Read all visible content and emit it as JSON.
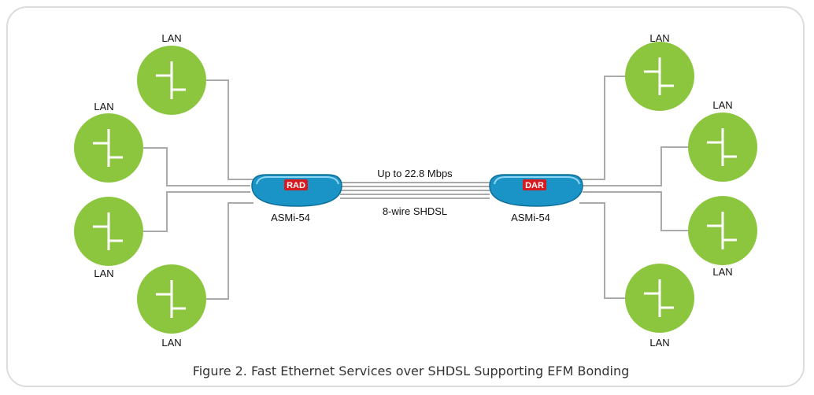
{
  "lan_label": "LAN",
  "device": {
    "left_name": "ASMi-54",
    "right_name": "ASMi-54",
    "left_logo": "RAD",
    "right_logo": "DAR"
  },
  "link": {
    "speed": "Up to 22.8 Mbps",
    "type": "8-wire SHDSL"
  },
  "caption": "Figure 2. Fast Ethernet Services over SHDSL Supporting EFM Bonding",
  "colors": {
    "lan_node": "#8cc63f",
    "device_body": "#1a93c6",
    "logo_red": "#d71920",
    "wire": "#aaaaaa"
  }
}
